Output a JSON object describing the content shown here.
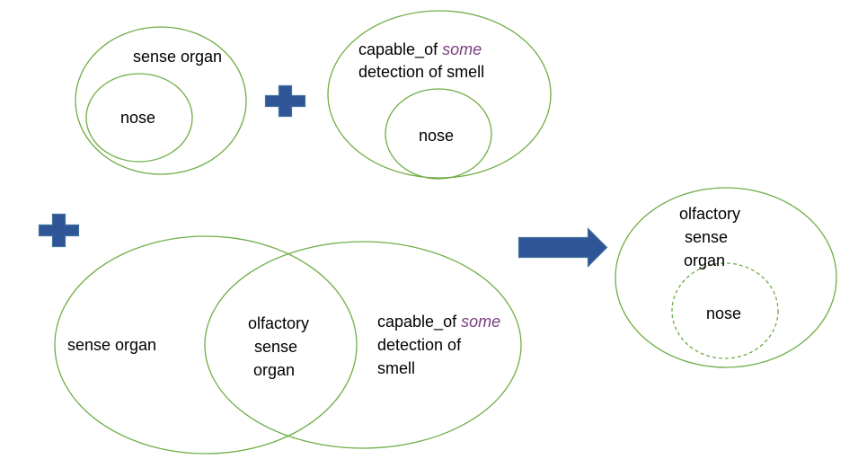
{
  "colors": {
    "outline": "#70ad47",
    "symbol_fill": "#2f5597",
    "symbol_stroke": "#41719c",
    "keyword": "#7b3f7f",
    "text": "#000000"
  },
  "panel_1": {
    "outer_label": "sense organ",
    "inner_label": "nose"
  },
  "plus_1": {
    "icon": "plus-icon"
  },
  "panel_2": {
    "outer_label_prefix": "capable_of",
    "outer_label_keyword": "some",
    "outer_label_line2": "detection of smell",
    "inner_label": "nose"
  },
  "plus_2": {
    "icon": "plus-icon"
  },
  "panel_3": {
    "left_label": "sense organ",
    "overlap_line1": "olfactory",
    "overlap_line2": "sense",
    "overlap_line3": "organ",
    "right_line1_prefix": "capable_of",
    "right_line1_keyword": "some",
    "right_line2": "detection of",
    "right_line3": "smell"
  },
  "arrow": {
    "icon": "right-arrow-icon"
  },
  "panel_4": {
    "outer_line1": "olfactory",
    "outer_line2": "sense",
    "outer_line3": "organ",
    "inner_label": "nose"
  }
}
